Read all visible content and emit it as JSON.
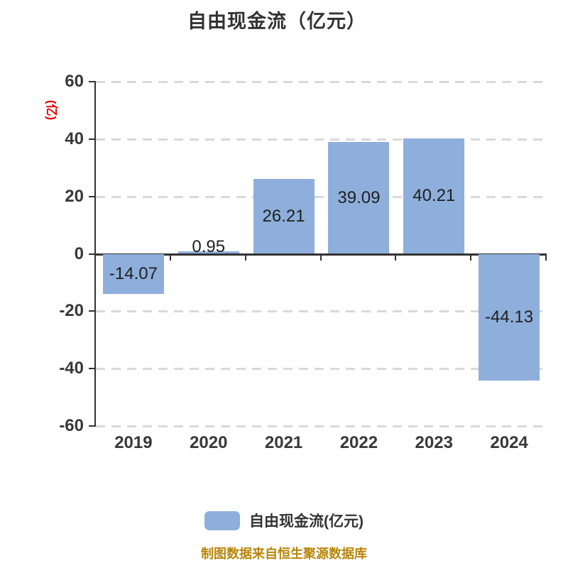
{
  "title": "自由现金流（亿元）",
  "y_axis_unit_label": "(亿)",
  "legend": [
    {
      "label": "自由现金流(亿元)",
      "color": "#8EAFDB"
    }
  ],
  "footer": {
    "source_note": "制图数据来自恒生聚源数据库"
  },
  "colors": {
    "bar": "#8EAFDB",
    "axis": "#333333",
    "gridline": "#D9D9D9",
    "title_text": "#333333",
    "tick_text": "#383838",
    "value_text": "#1F1F1F",
    "unit_label_red": "#E60000",
    "source_note_gold": "#B8860B"
  },
  "chart_data": {
    "type": "bar",
    "title": "自由现金流（亿元）",
    "ylabel": "(亿)",
    "xlabel": "",
    "categories": [
      "2019",
      "2020",
      "2021",
      "2022",
      "2023",
      "2024"
    ],
    "values": [
      -14.07,
      0.95,
      26.21,
      39.09,
      40.21,
      -44.13
    ],
    "value_labels": [
      "-14.07",
      "0.95",
      "26.21",
      "39.09",
      "40.21",
      "-44.13"
    ],
    "series_name": "自由现金流(亿元)",
    "ylim": [
      -60,
      60
    ],
    "yticks": [
      60,
      40,
      20,
      0,
      -20,
      -40,
      -60
    ],
    "grid": "horizontal-dashed",
    "legend_position": "bottom",
    "bar_color": "#8EAFDB"
  }
}
